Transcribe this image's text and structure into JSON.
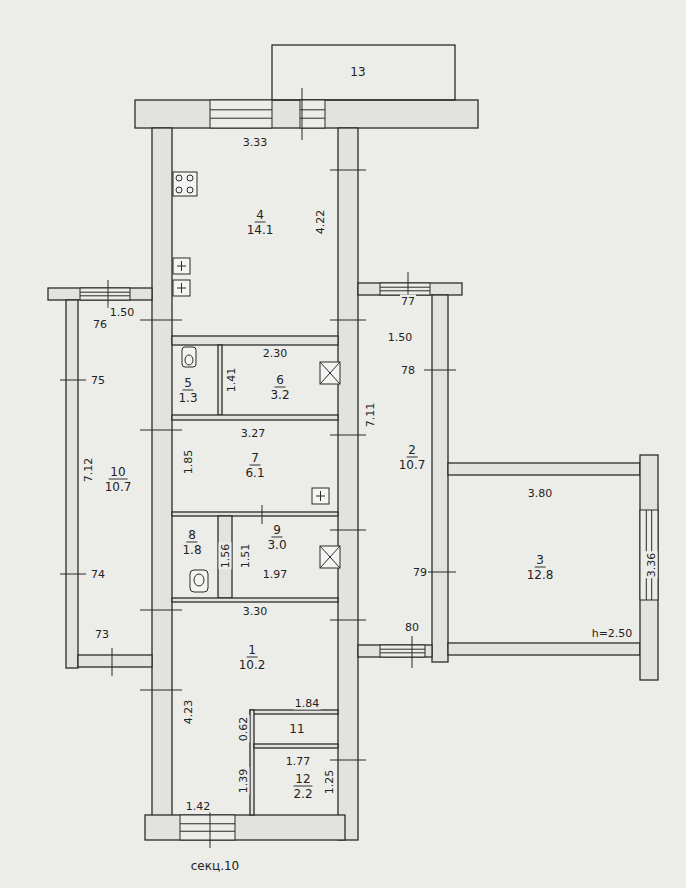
{
  "diagram": {
    "nodes": [
      {
        "text": [
          "13"
        ]
      },
      {
        "text": [
          "4",
          "14.1"
        ]
      },
      {
        "text": [
          "5",
          "1.3"
        ]
      },
      {
        "text": [
          "6",
          "3.2"
        ]
      },
      {
        "text": [
          "7",
          "6.1"
        ]
      },
      {
        "text": [
          "2",
          "10.7"
        ]
      },
      {
        "text": [
          "10",
          "10.7"
        ]
      },
      {
        "text": [
          "8",
          "1.8"
        ]
      },
      {
        "text": [
          "9",
          "3.0"
        ]
      },
      {
        "text": [
          "3",
          "12.8"
        ]
      },
      {
        "text": [
          "1",
          "10.2"
        ]
      },
      {
        "text": [
          "11"
        ]
      },
      {
        "text": [
          "12",
          "2.2"
        ]
      }
    ],
    "labels": [
      "3.33",
      "4.22",
      "1.50",
      "76",
      "77",
      "1.50",
      "2.30",
      "1.41",
      "75",
      "78",
      "7.11",
      "3.27",
      "1.85",
      "7.12",
      "3.80",
      "1.56",
      "1.51",
      "1.97",
      "3.36",
      "79",
      "74",
      "3.30",
      "73",
      "80",
      "h=2.50",
      "4.23",
      "1.84",
      "0.62",
      "1.77",
      "1.39",
      "1.25",
      "1.42",
      "секц.10"
    ]
  }
}
